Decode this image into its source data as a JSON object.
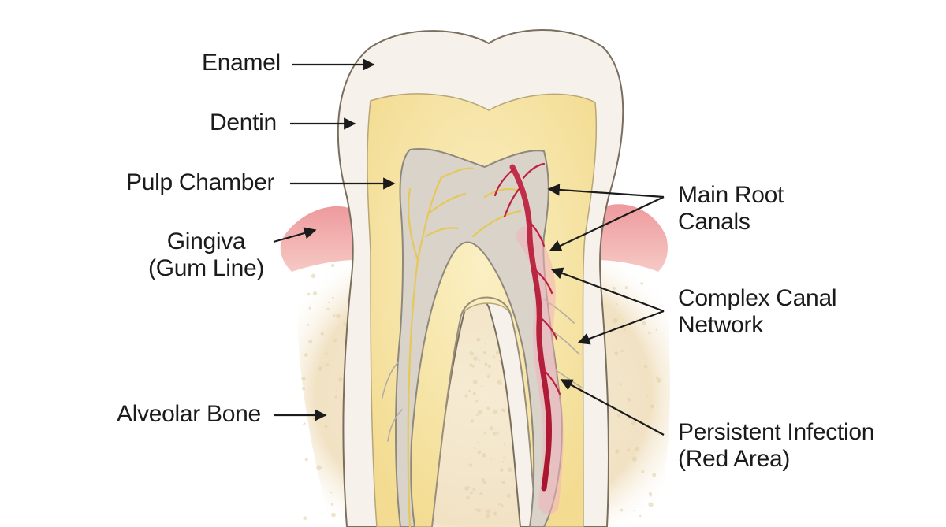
{
  "labels": {
    "enamel": "Enamel",
    "dentin": "Dentin",
    "pulp_chamber": "Pulp Chamber",
    "gingiva": [
      "Gingiva",
      "(Gum Line)"
    ],
    "alveolar_bone": "Alveolar Bone",
    "main_root_canals": [
      "Main Root",
      "Canals"
    ],
    "complex_canal_network": [
      "Complex Canal",
      "Network"
    ],
    "persistent_infection": [
      "Persistent Infection",
      "(Red Area)"
    ]
  },
  "colors": {
    "enamel": "#f6f1ea",
    "dentin": "#f7e7a8",
    "pulp": "#d8d2c8",
    "gingiva": "#ec9a9c",
    "bone": "#f3e6cc",
    "infection": "#b81c3a",
    "nerve": "#e8d070",
    "outline": "#6e6456"
  }
}
